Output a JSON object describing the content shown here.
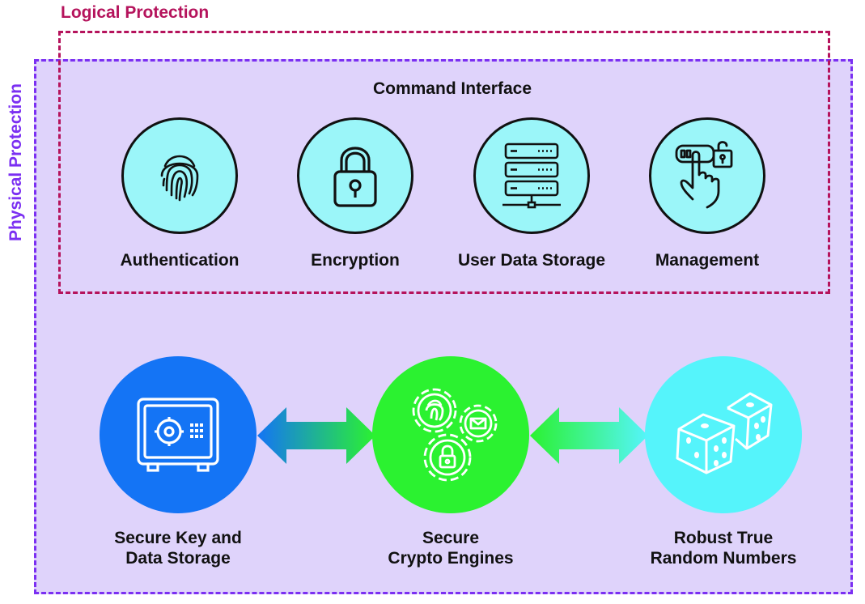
{
  "labels": {
    "logical_protection": "Logical Protection",
    "physical_protection": "Physical Protection",
    "command_interface": "Command Interface"
  },
  "command_items": [
    {
      "label": "Authentication",
      "icon": "fingerprint-icon"
    },
    {
      "label": "Encryption",
      "icon": "padlock-icon"
    },
    {
      "label": "User Data Storage",
      "icon": "server-rack-icon"
    },
    {
      "label": "Management",
      "icon": "hand-unlock-icon"
    }
  ],
  "bottom_items": [
    {
      "line1": "Secure Key and",
      "line2": "Data Storage",
      "icon": "safe-icon",
      "color": "#1474f5"
    },
    {
      "line1": "Secure",
      "line2": "Crypto Engines",
      "icon": "gears-icon",
      "color": "#2bf230"
    },
    {
      "line1": "Robust True",
      "line2": "Random Numbers",
      "icon": "dice-icon",
      "color": "#55f4fb"
    }
  ],
  "colors": {
    "logical": "#b5135c",
    "physical": "#7b2ff2",
    "physical_fill": "#dfd3fb",
    "top_circle": "#9bf6f9"
  }
}
